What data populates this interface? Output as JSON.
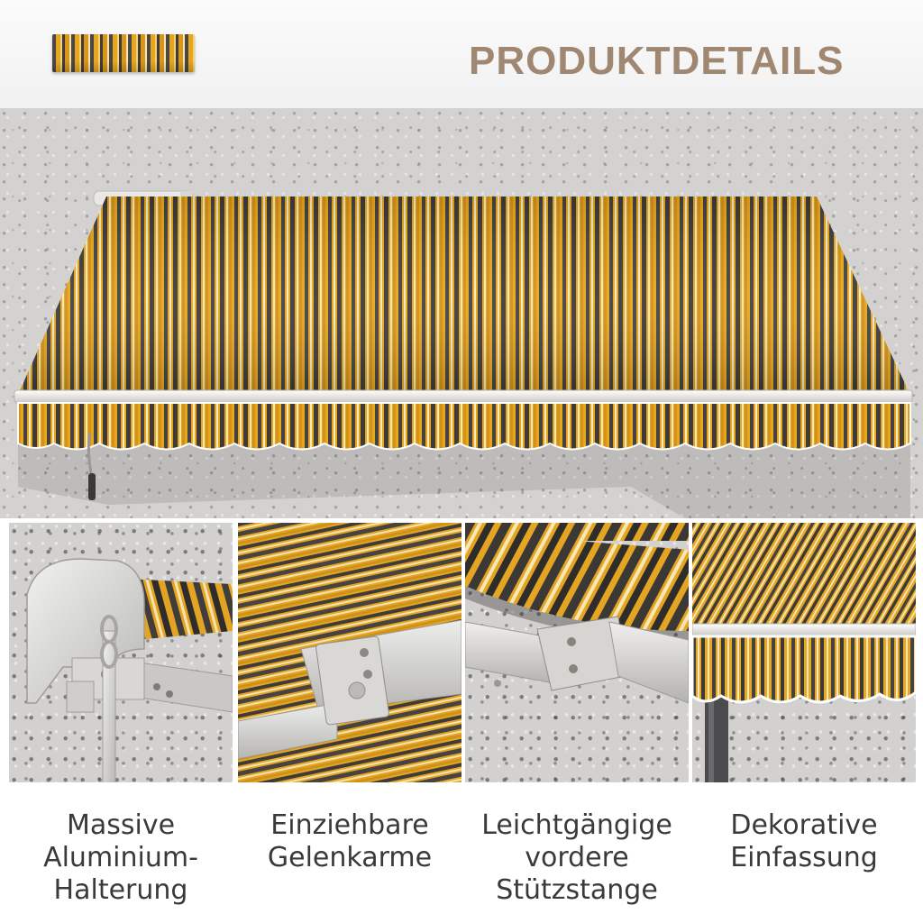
{
  "header": {
    "title": "PRODUKTDETAILS",
    "swatch": "fabric-swatch"
  },
  "colors": {
    "title": "#a08772",
    "stripe_yellow": "#e6a71f",
    "stripe_gray": "#4a4744",
    "stripe_cream": "#f6e6b5",
    "frame": "#e9e8e6",
    "wall": "#d3d2d0",
    "caption_text": "#3a3a3a"
  },
  "details": [
    {
      "id": "bracket",
      "icon": "wall-bracket-closeup",
      "lines": [
        "Massive",
        "Aluminium-",
        "Halterung"
      ]
    },
    {
      "id": "arms",
      "icon": "folding-arm-closeup",
      "lines": [
        "Einziehbare",
        "Gelenkarme"
      ]
    },
    {
      "id": "front-bar",
      "icon": "front-bar-closeup",
      "lines": [
        "Leichtgängige",
        "vordere",
        "Stützstange"
      ]
    },
    {
      "id": "valance",
      "icon": "valance-closeup",
      "lines": [
        "Dekorative",
        "Einfassung"
      ]
    }
  ]
}
